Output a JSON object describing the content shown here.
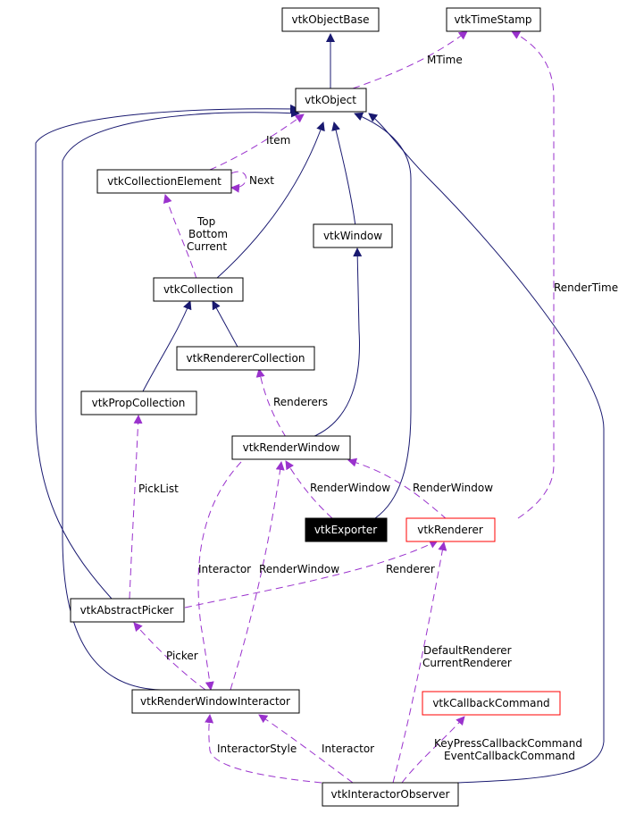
{
  "colors": {
    "inherit": "#191970",
    "usage": "#9a32cd",
    "box_border": "#000000",
    "box_border_red": "#ff0000",
    "focus_fill": "#000000",
    "focus_text": "#ffffff"
  },
  "nodes": {
    "vtkObjectBase": "vtkObjectBase",
    "vtkTimeStamp": "vtkTimeStamp",
    "vtkObject": "vtkObject",
    "vtkCollectionElement": "vtkCollectionElement",
    "vtkWindow": "vtkWindow",
    "vtkCollection": "vtkCollection",
    "vtkRendererCollection": "vtkRendererCollection",
    "vtkPropCollection": "vtkPropCollection",
    "vtkRenderWindow": "vtkRenderWindow",
    "vtkExporter": "vtkExporter",
    "vtkRenderer": "vtkRenderer",
    "vtkAbstractPicker": "vtkAbstractPicker",
    "vtkRenderWindowInteractor": "vtkRenderWindowInteractor",
    "vtkCallbackCommand": "vtkCallbackCommand",
    "vtkInteractorObserver": "vtkInteractorObserver"
  },
  "edge_labels": {
    "mtime": "MTime",
    "item": "Item",
    "next": "Next",
    "top": "Top",
    "bottom": "Bottom",
    "current": "Current",
    "render_time": "RenderTime",
    "renderers": "Renderers",
    "pick_list": "PickList",
    "render_window_exporter": "RenderWindow",
    "render_window_renderer": "RenderWindow",
    "interactor_rw": "Interactor",
    "render_window_rwi": "RenderWindow",
    "renderer": "Renderer",
    "picker": "Picker",
    "default_renderer": "DefaultRenderer",
    "current_renderer": "CurrentRenderer",
    "interactor_style": "InteractorStyle",
    "interactor_obs": "Interactor",
    "keypress_callback": "KeyPressCallbackCommand",
    "event_callback": "EventCallbackCommand"
  }
}
